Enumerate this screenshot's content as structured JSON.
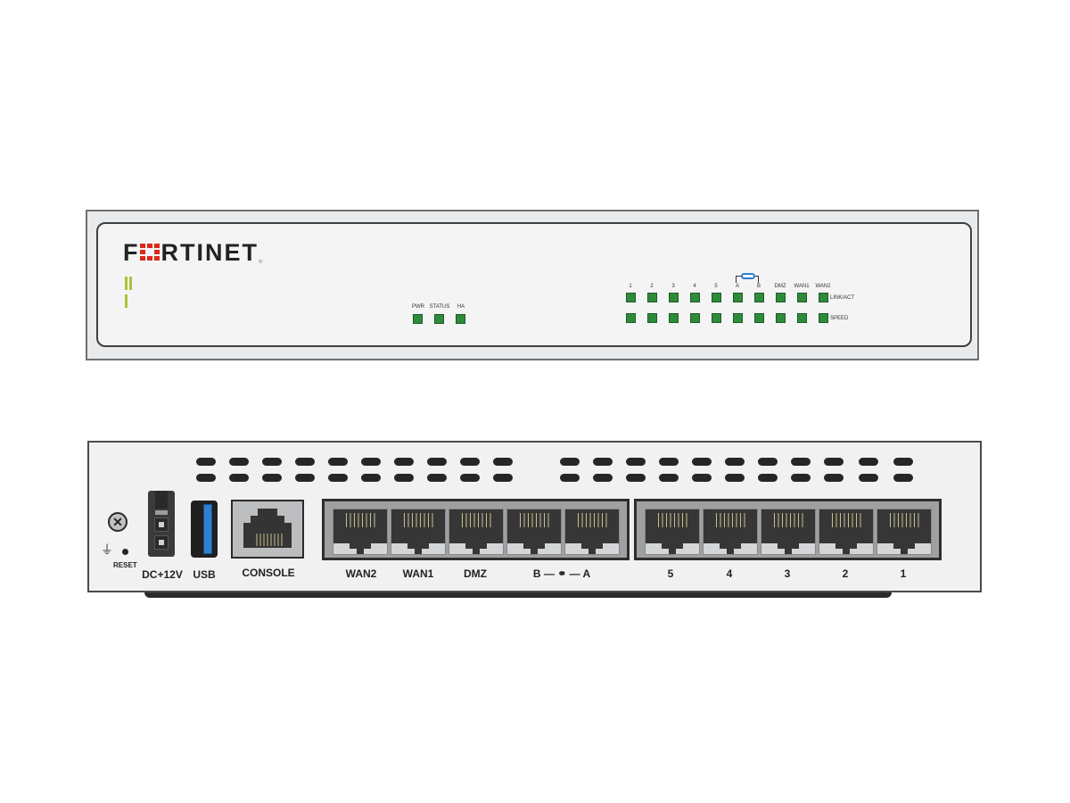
{
  "front_panel": {
    "brand": "FORTINET",
    "brand_colors": {
      "text": "#222222",
      "accent": "#da291c",
      "bars": "#a8c53a"
    },
    "led_color": "#2e8b3a",
    "system_leds": [
      {
        "label": "PWR"
      },
      {
        "label": "STATUS"
      },
      {
        "label": "HA"
      }
    ],
    "port_leds": [
      {
        "label": "1"
      },
      {
        "label": "2"
      },
      {
        "label": "3"
      },
      {
        "label": "4"
      },
      {
        "label": "5"
      },
      {
        "label": "A"
      },
      {
        "label": "B"
      },
      {
        "label": "DMZ"
      },
      {
        "label": "WAN1"
      },
      {
        "label": "WAN2"
      }
    ],
    "row_labels": {
      "top": "LINK/ACT",
      "bottom": "SPEED"
    },
    "link_icon_color": "#2f7fd0"
  },
  "back_panel": {
    "labels": {
      "reset": "RESET",
      "dc": "DC+12V",
      "usb": "USB",
      "console": "CONSOLE"
    },
    "left_group_ports": [
      {
        "label": "WAN2"
      },
      {
        "label": "WAN1"
      },
      {
        "label": "DMZ"
      },
      {
        "label": "B — ⚭ — A"
      }
    ],
    "right_group_ports": [
      {
        "label": "5"
      },
      {
        "label": "4"
      },
      {
        "label": "3"
      },
      {
        "label": "2"
      },
      {
        "label": "1"
      }
    ],
    "usb_color": "#2f7fd0"
  }
}
